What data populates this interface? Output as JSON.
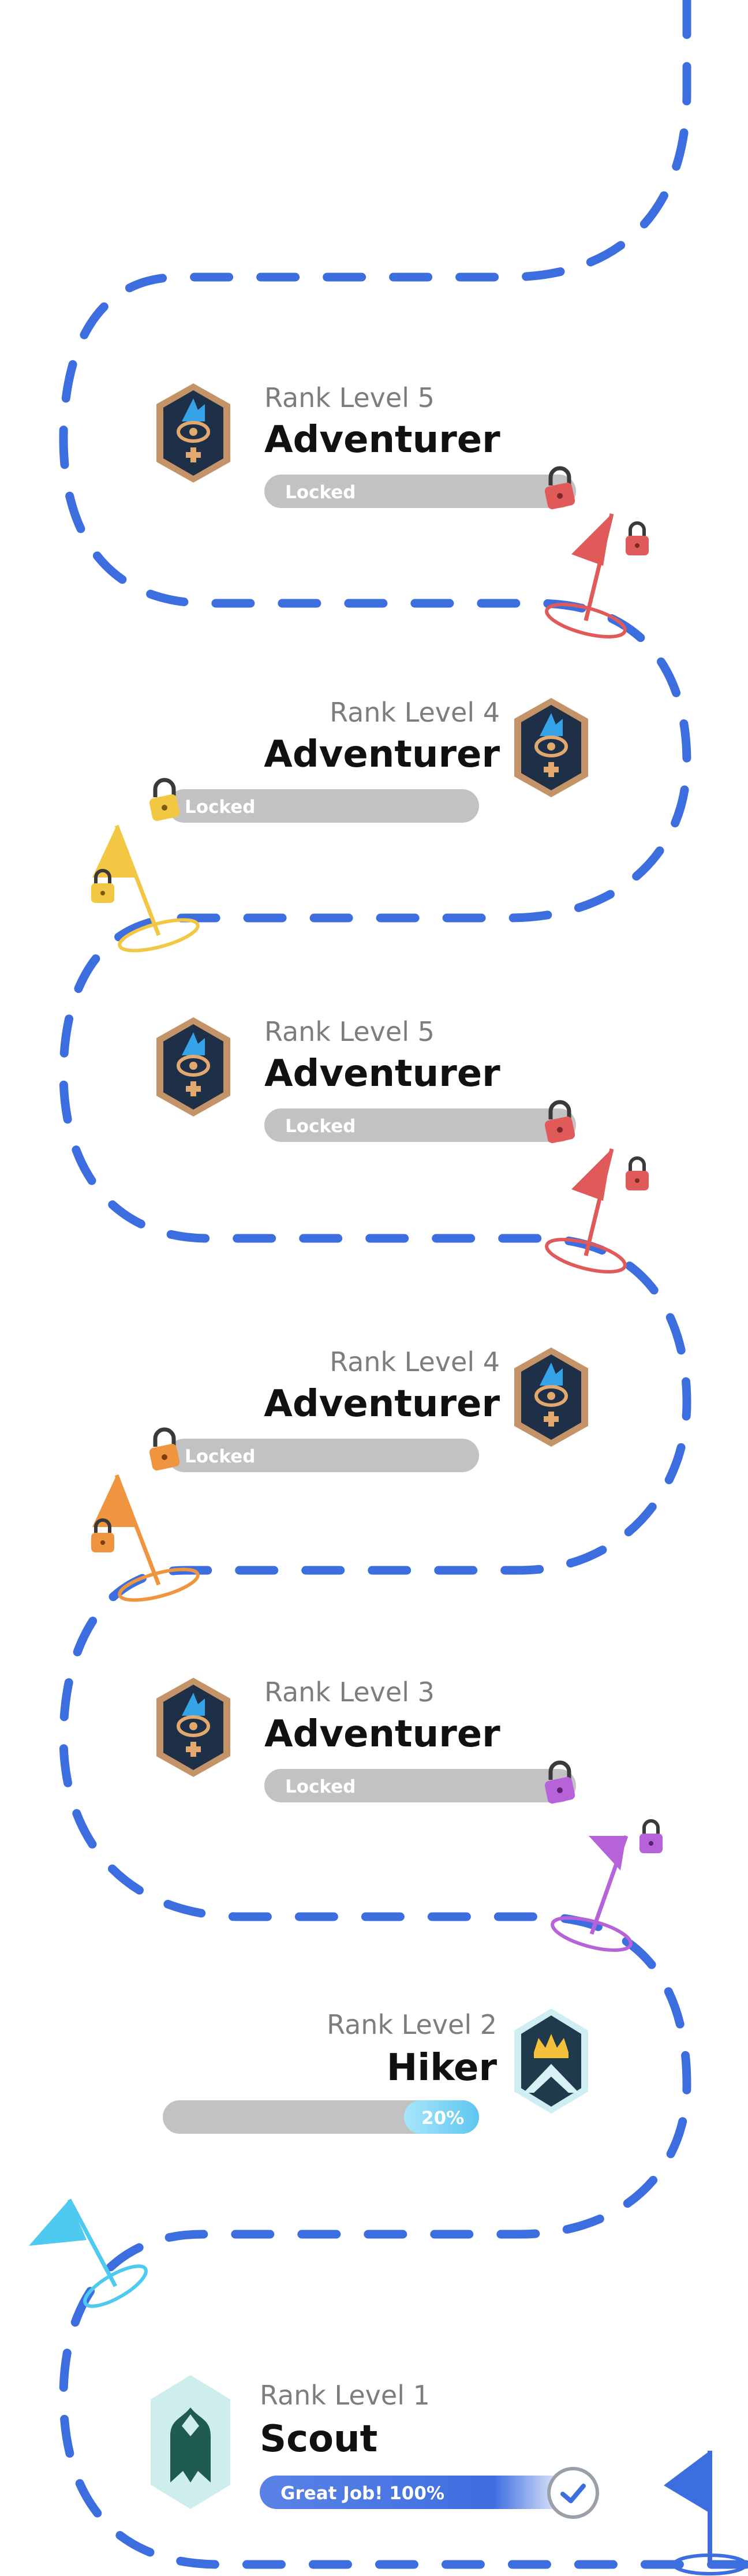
{
  "ranks": [
    {
      "level_label": "Rank Level 5",
      "title": "Adventurer",
      "status": "Locked",
      "badge": "adventurer-badge-icon",
      "lock_color": "#e05a5a"
    },
    {
      "level_label": "Rank Level 4",
      "title": "Adventurer",
      "status": "Locked",
      "badge": "adventurer-badge-icon",
      "lock_color": "#f2c744"
    },
    {
      "level_label": "Rank Level 5",
      "title": "Adventurer",
      "status": "Locked",
      "badge": "adventurer-badge-icon",
      "lock_color": "#e05a5a"
    },
    {
      "level_label": "Rank Level 4",
      "title": "Adventurer",
      "status": "Locked",
      "badge": "adventurer-badge-icon",
      "lock_color": "#f0953f"
    },
    {
      "level_label": "Rank Level 3",
      "title": "Adventurer",
      "status": "Locked",
      "badge": "adventurer-badge-icon",
      "lock_color": "#b662d8"
    },
    {
      "level_label": "Rank Level 2",
      "title": "Hiker",
      "progress_text": "20%",
      "progress": 0.2,
      "badge": "hiker-crown-badge-icon"
    },
    {
      "level_label": "Rank Level 1",
      "title": "Scout",
      "progress_text": "Great Job! 100%",
      "progress": 1.0,
      "badge": "scout-badge-icon",
      "completed": true
    }
  ],
  "colors": {
    "path": "#3d6ee0",
    "bar_track": "#c2c2c2",
    "hiker_progress": "#5ec6f0",
    "scout_progress": "#4a76e0",
    "flag_red": "#e05a5a",
    "flag_yellow": "#f2c744",
    "flag_orange": "#f0953f",
    "flag_purple": "#b662d8",
    "flag_cyan": "#4ec9ef",
    "flag_blue": "#3d6ee0"
  }
}
